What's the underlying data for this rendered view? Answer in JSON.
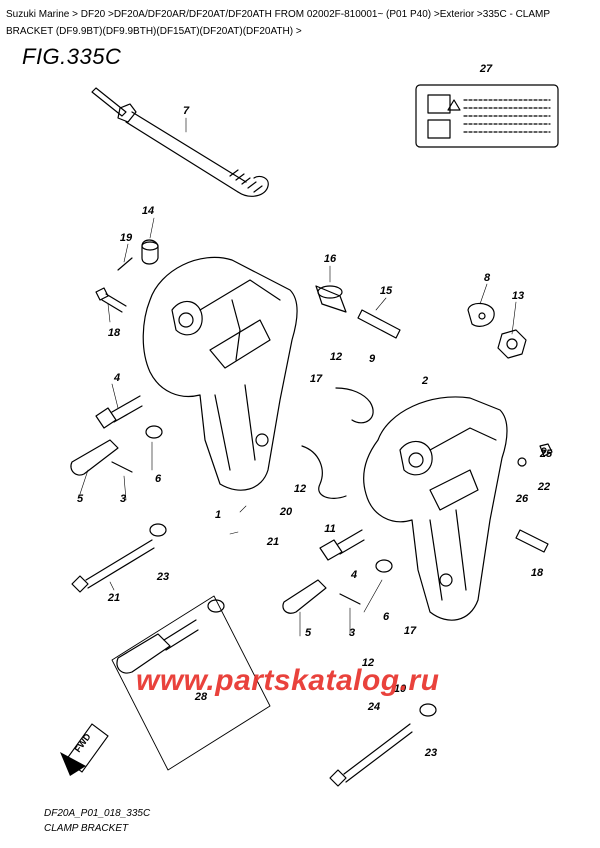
{
  "breadcrumb": "Suzuki Marine > DF20 >DF20A/DF20AR/DF20AT/DF20ATH FROM 02002F-810001~ (P01 P40) >Exterior >335C - CLAMP BRACKET (DF9.9BT)(DF9.9BTH)(DF15AT)(DF20AT)(DF20ATH) >",
  "figure_title": "FIG.335C",
  "callouts": [
    "27",
    "7",
    "14",
    "19",
    "16",
    "15",
    "8",
    "13",
    "18",
    "12",
    "9",
    "4",
    "17",
    "2",
    "3",
    "6",
    "5",
    "26",
    "22",
    "25",
    "1",
    "20",
    "12",
    "21",
    "11",
    "4",
    "18",
    "23",
    "21",
    "6",
    "5",
    "3",
    "17",
    "12",
    "10",
    "28",
    "24",
    "23"
  ],
  "watermark": "www.partskatalog.ru",
  "fwd_label": "FWD",
  "footer": {
    "code": "DF20A_P01_018_335C",
    "name": "CLAMP BRACKET"
  }
}
